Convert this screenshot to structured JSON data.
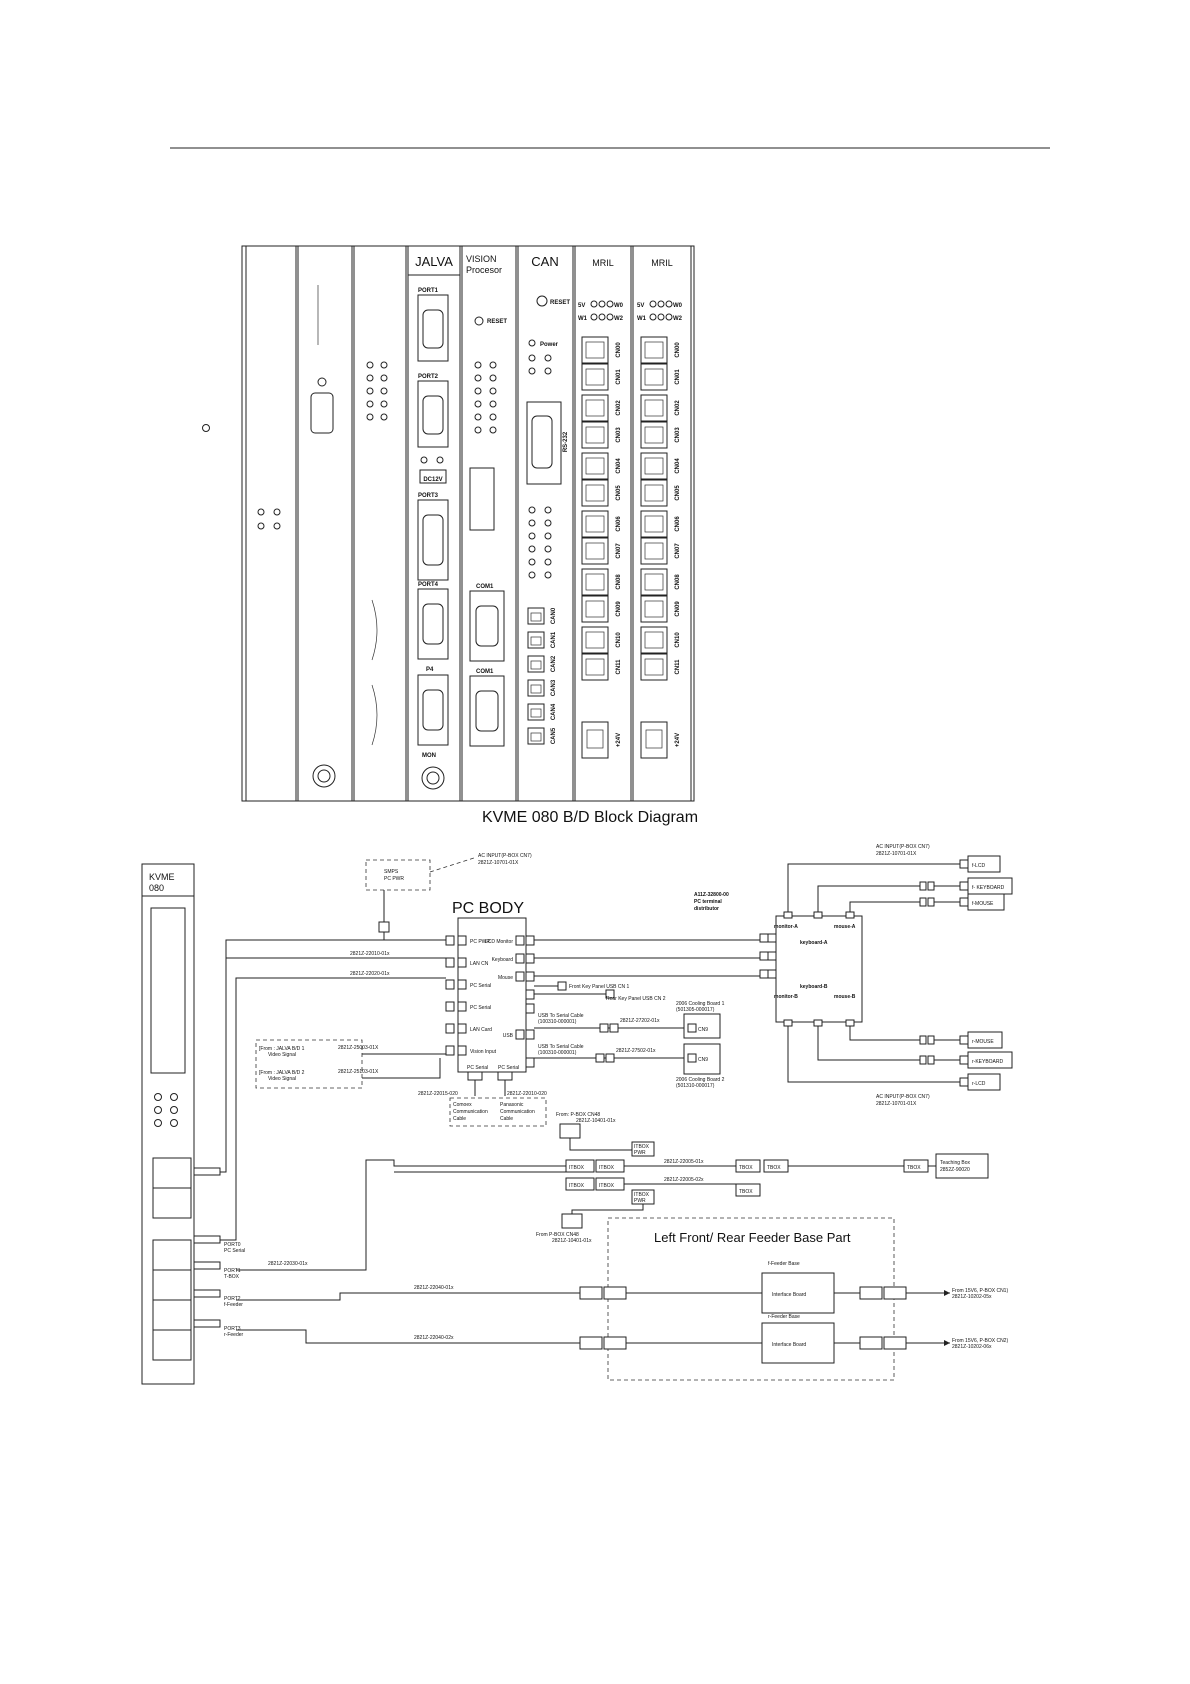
{
  "rack": {
    "caption": "KVME 080 B/D  Block Diagram",
    "slots": {
      "jalva": {
        "title": "JALVA",
        "ports": [
          "PORT1",
          "PORT2",
          "PORT3",
          "PORT4",
          "P4",
          "MON"
        ],
        "dc_label": "DC12V"
      },
      "vision": {
        "title_line1": "VISION",
        "title_line2": "Procesor",
        "reset": "RESET",
        "com_labels": [
          "COM1",
          "COM1"
        ]
      },
      "can": {
        "title": "CAN",
        "reset": "RESET",
        "power": "Power",
        "rs232": "RS-232",
        "can_ports": [
          "CAN0",
          "CAN1",
          "CAN2",
          "CAN3",
          "CAN4",
          "CAN5"
        ]
      },
      "mril": {
        "title": "MRIL",
        "led_5v": "5V",
        "led_w0": "W0",
        "led_w1": "W1",
        "led_w2": "W2",
        "cn_labels": [
          "CN00",
          "CN01",
          "CN02",
          "CN03",
          "CN04",
          "CN05",
          "CN06",
          "CN07",
          "CN08",
          "CN09",
          "CN10",
          "CN11"
        ],
        "power": "+24V"
      }
    }
  },
  "wiring": {
    "kvme": {
      "line1": "KVME",
      "line2": "080"
    },
    "port_labels": [
      {
        "l1": "PORT0",
        "l2": "PC Serial"
      },
      {
        "l1": "PORT1",
        "l2": "T-BOX"
      },
      {
        "l1": "PORT2",
        "l2": "f-Feeder"
      },
      {
        "l1": "PORT3",
        "l2": "r-Feeder"
      }
    ],
    "smps": {
      "l1": "SMPS",
      "l2": "PC PWR"
    },
    "ac_input_top": {
      "l1": "AC INPUT(P-BOX CN7)",
      "l2": "2821Z-10701-01X"
    },
    "pc_body": {
      "title": "PC BODY",
      "left_ports": [
        "PC PWR",
        "LAN CN",
        "PC Serial",
        "PC Serial",
        "LAN Card",
        "Vision Input"
      ],
      "right_ports": [
        "LCD Monitor",
        "Keyboard",
        "Mouse",
        "USB"
      ],
      "bottom_ports": [
        "PC Serial",
        "PC Serial"
      ]
    },
    "cables": {
      "c_2201": "2821Z-22010-01x",
      "c_2202": "2821Z-22020-01x",
      "c_25003": "2821Z-25003-01X",
      "c_25103": "2821Z-25103-01X",
      "c_22015": "2821Z-22015-020",
      "c_22010": "2821Z-22010-020",
      "c_27202": "2821Z-27202-01x",
      "c_27502": "2821Z-27502-01x",
      "c_22005a": "2821Z-22005-01x",
      "c_22005b": "2821Z-22005-02x",
      "c_22030": "2821Z-22030-01x",
      "c_22040a": "2821Z-22040-01x",
      "c_22040b": "2821Z-22040-02x"
    },
    "jalva_video": [
      {
        "l1": "[From : JALVA B/D 1",
        "l2": "Video Signal"
      },
      {
        "l1": "[From : JALVA B/D 2",
        "l2": "Video Signal"
      }
    ],
    "comm_cables": [
      {
        "l1": "Comoex",
        "l2": "Communication",
        "l3": "Cable"
      },
      {
        "l1": "Panasonic",
        "l2": "Communication",
        "l3": "Cable"
      }
    ],
    "usb_notes": {
      "front_key": "Front Key Panel USB CN 1",
      "rear_key": "Rear Key Panel USB CN 2",
      "usb_serial_a": {
        "l1": "USB To Serial Cable",
        "l2": "(100310-000001)"
      },
      "usb_serial_b": {
        "l1": "USB To Serial Cable",
        "l2": "(100310-000001)"
      },
      "cn9": "CN9",
      "cooling_1": {
        "l1": "2006 Cooling Board 1",
        "l2": "(501305-000017)"
      },
      "cooling_2": {
        "l1": "2006 Cooling Board 2",
        "l2": "(501310-000017)"
      }
    },
    "distributor": {
      "title_l1": "A11Z-32800-00",
      "title_l2": "PC terminal",
      "title_l3": "distributor",
      "monitor_a": "monitor-A",
      "mouse_a": "mouse-A",
      "keyboard_a": "keyboard-A",
      "keyboard_b": "keyboard-B",
      "monitor_b": "monitor-B",
      "mouse_b": "mouse-B"
    },
    "peripherals_top": [
      "f-LCD",
      "f- KEYBOARD",
      "f-MOUSE"
    ],
    "peripherals_bottom": [
      "r-MOUSE",
      "r-KEYBOARD",
      "r-LCD"
    ],
    "ac_input_bottom": {
      "l1": "AC INPUT(P-BOX CN7)",
      "l2": "2821Z-10701-01X"
    },
    "tbox": {
      "from_top": {
        "l1": "From: P-BOX CN48",
        "l2": "2821Z-10401-01x"
      },
      "from_bottom": {
        "l1": "From P-BOX CN48",
        "l2": "2821Z-10401-01x"
      },
      "itbox": "ITBOX",
      "itbox_pwr_l1": "ITBOX",
      "itbox_pwr_l2": "PWR",
      "tbox": "TBOX",
      "teaching_l1": "Teaching Box",
      "teaching_l2": "2852Z-90020"
    },
    "feeder": {
      "title": "Left Front/ Rear Feeder Base Part",
      "f_base": "f-Feeder Base",
      "r_base": "r-Feeder Base",
      "interface": "Interface Board",
      "from_f": {
        "l1": "From 15V6, P-BOX CN1)",
        "l2": "2821Z-10202-05x"
      },
      "from_r": {
        "l1": "From 15V6, P-BOX CN2)",
        "l2": "2821Z-10202-06x"
      }
    }
  }
}
